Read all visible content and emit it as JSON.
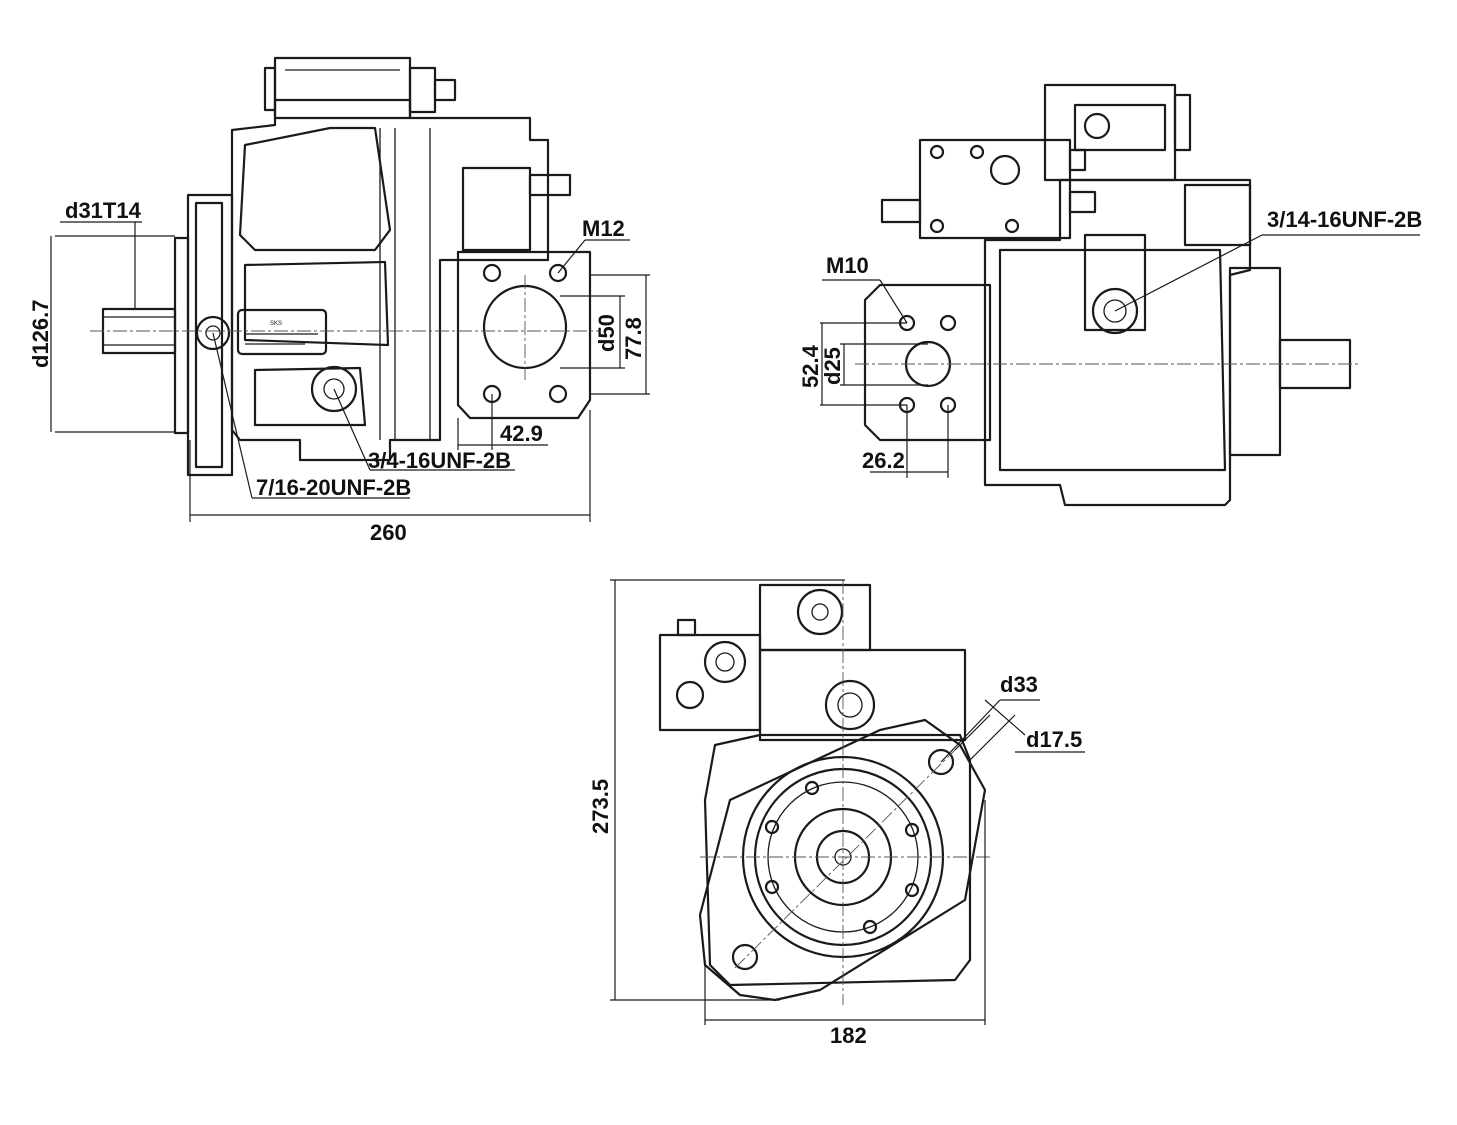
{
  "side_view": {
    "shaft_spline": "d31T14",
    "pilot_diameter": "d126.7",
    "flange_thread": "M12",
    "port_diameter": "d50",
    "flange_height": "77.8",
    "flange_offset": "42.9",
    "port_a": "3/4-16UNF-2B",
    "port_b": "7/16-20UNF-2B",
    "overall_length": "260",
    "nameplate_text": "SKS"
  },
  "rear_view": {
    "flange_thread": "M10",
    "flange_height": "52.4",
    "port_diameter": "d25",
    "flange_offset": "26.2",
    "port": "3/14-16UNF-2B"
  },
  "front_view": {
    "overall_height": "273.5",
    "mount_bore": "d33",
    "mount_hole": "d17.5",
    "overall_width": "182"
  }
}
